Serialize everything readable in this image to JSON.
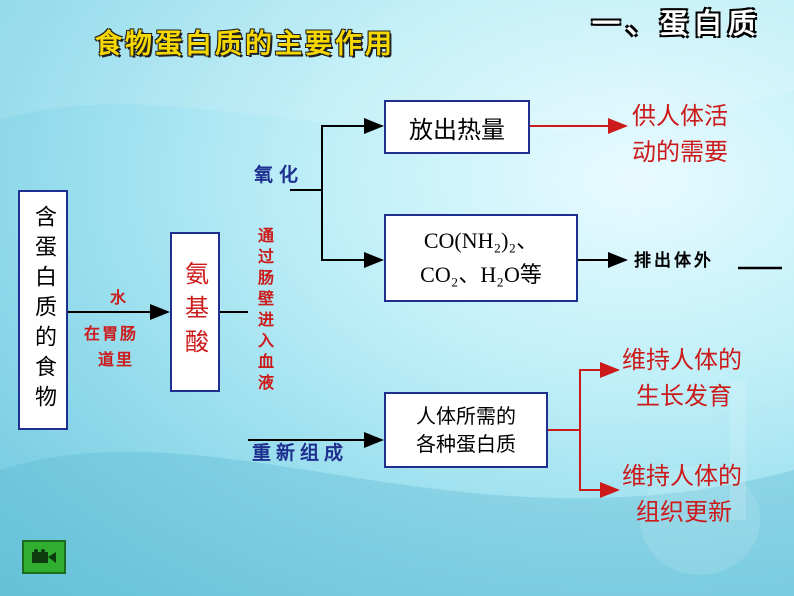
{
  "header": {
    "title": "食物蛋白质的主要作用",
    "section": "一、蛋白质"
  },
  "nodes": {
    "food": "含蛋白质的食物",
    "amino": "氨基酸",
    "heat": "放出热量",
    "waste": "CO(NH₂)₂、CO₂、H₂O等",
    "waste_line1": "CO(NH₂)₂、",
    "waste_line2": "CO₂、H₂O等",
    "protein_line1": "人体所需的",
    "protein_line2": "各种蛋白质"
  },
  "labels": {
    "water": "水",
    "gut_line1": "在胃肠",
    "gut_line2": "道里",
    "oxidize": "氧化",
    "blood": "通过肠壁进入血液",
    "recombine": "重新组成",
    "excrete": "排出体外",
    "activity_line1": "供人体活",
    "activity_line2": "动的需要",
    "growth_line1": "维持人体的",
    "growth_line2": "生长发育",
    "tissue_line1": "维持人体的",
    "tissue_line2": "组织更新"
  },
  "colors": {
    "title": "#f6d800",
    "box_border": "#1e2f90",
    "red_text": "#cc1a1a",
    "blue_text": "#1e2f90"
  },
  "icons": {
    "film": "film-camera-icon"
  }
}
